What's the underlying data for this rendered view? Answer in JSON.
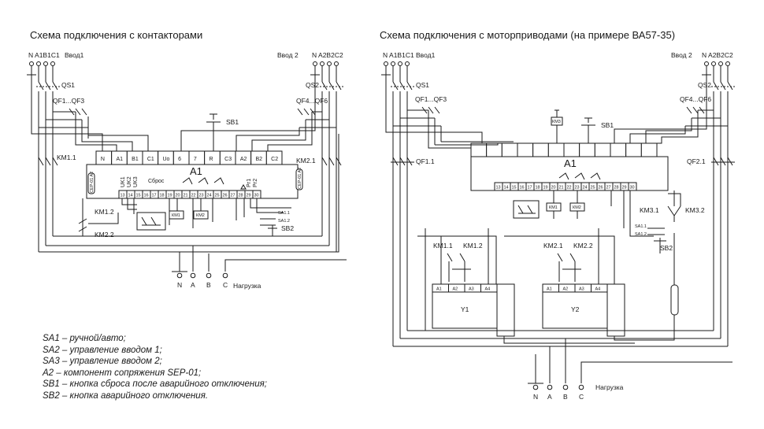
{
  "left": {
    "title": "Схема подключения с контакторами",
    "input1_phases": "N A1B1C1",
    "input1_label": "Ввод1",
    "input2_label": "Ввод 2",
    "input2_phases": "N A2B2C2",
    "qs1": "QS1",
    "qs2": "QS2",
    "qf1": "QF1...QF3",
    "qf4": "QF4...QF6",
    "km11": "KM1.1",
    "km21": "KM2.1",
    "km12": "KM1.2",
    "km22": "KM2.2",
    "sb1": "SB1",
    "sb2": "SB2",
    "sa11": "SA1.1",
    "sa12": "SA1.2",
    "a1": "A1",
    "sbros": "Сброс",
    "uk1": "UK1",
    "uk2": "UK2",
    "uk3": "UK3",
    "rg1": "Рг1",
    "rg2": "Рг2",
    "km1_coil": "КМ1",
    "km2_coil": "КМ2",
    "vert_left": "CEP-01 A2",
    "vert_right": "CEP-01 A2",
    "top_terminals": [
      "N",
      "A1",
      "B1",
      "C1",
      "Uo",
      "6",
      "7",
      "R",
      "C3",
      "A2",
      "B2",
      "C2"
    ],
    "bottom_terminals": [
      "13",
      "14",
      "15",
      "16",
      "17",
      "18",
      "19",
      "20",
      "21",
      "22",
      "23",
      "24",
      "25",
      "26",
      "27",
      "28",
      "29",
      "30"
    ],
    "load_terminals": [
      "N",
      "A",
      "B",
      "C"
    ],
    "load_label": "Нагрузка"
  },
  "right": {
    "title": "Схема подключения с моторприводами (на примере ВА57-35)",
    "input1_phases": "N A1B1C1",
    "input1_label": "Ввод1",
    "input2_label": "Ввод 2",
    "input2_phases": "N A2B2C2",
    "qs1": "QS1",
    "qs2": "QS2",
    "qf1": "QF1...QF3",
    "qf4": "QF4...QF6",
    "qf11": "QF1.1",
    "qf21": "QF2.1",
    "sb1": "SB1",
    "sb2": "SB2",
    "a1": "A1",
    "km11": "KM1.1",
    "km12": "KM1.2",
    "km21": "KM2.1",
    "km22": "KM2.2",
    "km31": "KM3.1",
    "km32": "KM3.2",
    "sa11": "SA1.1",
    "sa12": "SA1.2",
    "km1_coil": "КМ1",
    "km2_coil": "КМ2",
    "km3_coil": "КМ3",
    "y1": "Y1",
    "y2": "Y2",
    "motor_terminals": [
      "A1",
      "A2",
      "A3",
      "A4"
    ],
    "bottom_terminals": [
      "13",
      "14",
      "15",
      "16",
      "17",
      "18",
      "19",
      "20",
      "21",
      "22",
      "23",
      "24",
      "25",
      "26",
      "27",
      "28",
      "29",
      "30"
    ],
    "load_terminals": [
      "N",
      "A",
      "B",
      "C"
    ],
    "load_label": "Нагрузка"
  },
  "legend": [
    "SA1 – ручной/авто;",
    "SA2 – управление вводом 1;",
    "SA3 – управление вводом 2;",
    "А2 – компонент сопряжения SEP-01;",
    "SB1 – кнопка сброса после аварийного отключения;",
    "SB2 – кнопка аварийного отключения."
  ]
}
